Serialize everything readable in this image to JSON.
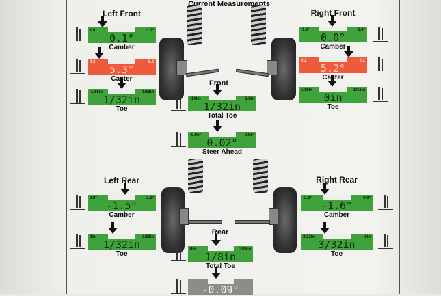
{
  "header": {
    "title": "Current Measurements"
  },
  "colors": {
    "green": "#3fa23a",
    "red": "#ee5a3c",
    "grey": "#8c8c8a"
  },
  "left_front": {
    "title": "Left Front",
    "camber": {
      "label": "Camber",
      "value": "0.1°",
      "min": "1.0°",
      "max": "-1.0°"
    },
    "caster": {
      "label": "Caster",
      "value": "5.3°",
      "min": "4.2",
      "max": "6.2"
    },
    "toe": {
      "label": "Toe",
      "value": "1/32in",
      "min": "-1/16in",
      "max": "1/16in"
    }
  },
  "right_front": {
    "title": "Right Front",
    "camber": {
      "label": "Camber",
      "value": "0.0°",
      "min": "-1.0°",
      "max": "1.0°"
    },
    "caster": {
      "label": "Caster",
      "value": "5.2°",
      "min": "4.2",
      "max": "6.2"
    },
    "toe": {
      "label": "Toe",
      "value": "0in",
      "min": "1/16in",
      "max": "-1/16in"
    }
  },
  "front": {
    "title": "Front",
    "total_toe": {
      "label": "Total Toe",
      "value": "1/32in",
      "min": "-1/8in",
      "max": "1/8in"
    },
    "steer_ahead": {
      "label": "Steer Ahead",
      "value": "0.02°",
      "min": "-0.05°",
      "max": "0.05°"
    }
  },
  "left_rear": {
    "title": "Left Rear",
    "camber": {
      "label": "Camber",
      "value": "-1.5°",
      "min": "0.0°",
      "max": "-2.0°"
    },
    "toe": {
      "label": "Toe",
      "value": "1/32in",
      "min": "0in",
      "max": "3/32in"
    }
  },
  "right_rear": {
    "title": "Right Rear",
    "camber": {
      "label": "Camber",
      "value": "-1.6°",
      "min": "-2.0°",
      "max": "0.0°"
    },
    "toe": {
      "label": "Toe",
      "value": "3/32in",
      "min": "3/32in",
      "max": "0in"
    }
  },
  "rear": {
    "title": "Rear",
    "total_toe": {
      "label": "Total Toe",
      "value": "1/8in",
      "min": "0in",
      "max": "3/16in"
    },
    "thrust": {
      "value": "-0.09°"
    }
  }
}
